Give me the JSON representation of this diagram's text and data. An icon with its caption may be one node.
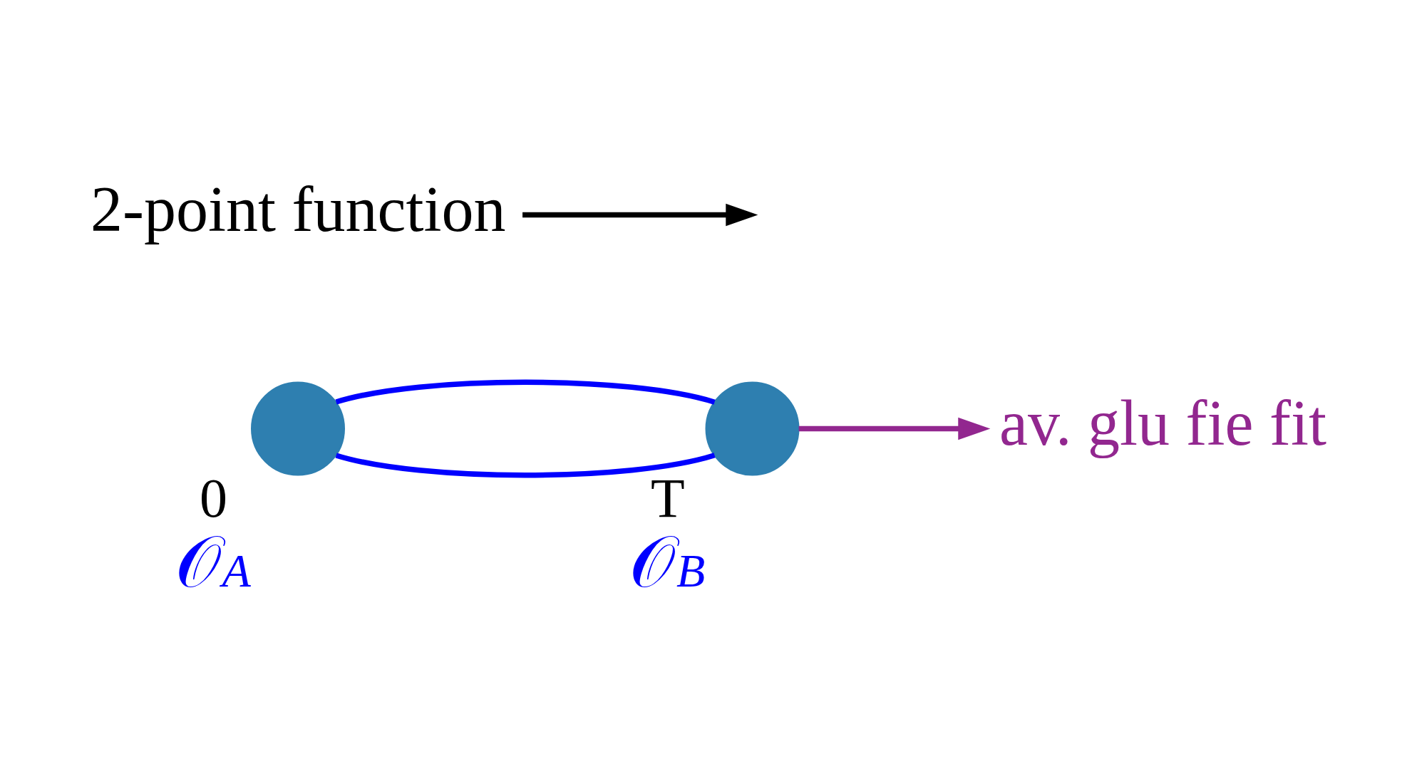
{
  "diagram": {
    "nodes": [
      {
        "text": [],
        "shape": "circle",
        "beside": [
          "0",
          "𝒪$_{A}$"
        ]
      },
      {
        "text": [],
        "shape": "circle",
        "beside": [
          "T",
          "𝒪$_{B}$"
        ]
      },
      {
        "text": [
          "av. glu fie fit"
        ]
      },
      {
        "text": [
          "2-point function"
        ]
      }
    ],
    "edges": [
      {
        "from": 0,
        "to": 1,
        "arrow": "none",
        "color": "#0000ff"
      },
      {
        "from": 0,
        "to": 1,
        "arrow": "none",
        "color": "#0000ff"
      },
      {
        "from": 1,
        "to": 2,
        "arrow": "to",
        "color": "#92278f"
      },
      {
        "from": 3,
        "to": null,
        "arrow": "to",
        "color": "#000000"
      }
    ]
  }
}
